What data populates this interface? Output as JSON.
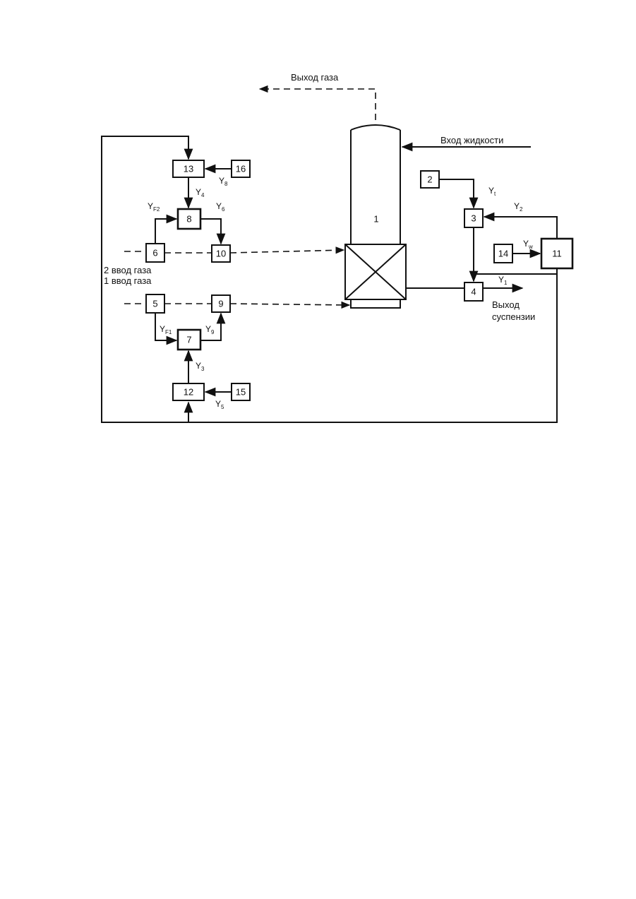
{
  "labels": {
    "gas_out": "Выход газа",
    "liquid_in": "Вход жидкости",
    "gas_in_2": "2 ввод газа",
    "gas_in_1": "1 ввод газа",
    "suspension_out_1": "Выход",
    "suspension_out_2": "суспензии"
  },
  "blocks": {
    "b1": "1",
    "b2": "2",
    "b3": "3",
    "b4": "4",
    "b5": "5",
    "b6": "6",
    "b7": "7",
    "b8": "8",
    "b9": "9",
    "b10": "10",
    "b11": "11",
    "b12": "12",
    "b13": "13",
    "b14": "14",
    "b15": "15",
    "b16": "16"
  },
  "signals": {
    "y_base": "Y",
    "y1_sub": "1",
    "y_t_sub": "t",
    "y2_sub": "2",
    "y_w_sub": "w",
    "y3_sub": "3",
    "y4_sub": "4",
    "y5_sub": "5",
    "y6_sub": "6",
    "y8_sub": "8",
    "y9_sub": "9",
    "yf1_sub": "F1",
    "yf2_sub": "F2"
  }
}
